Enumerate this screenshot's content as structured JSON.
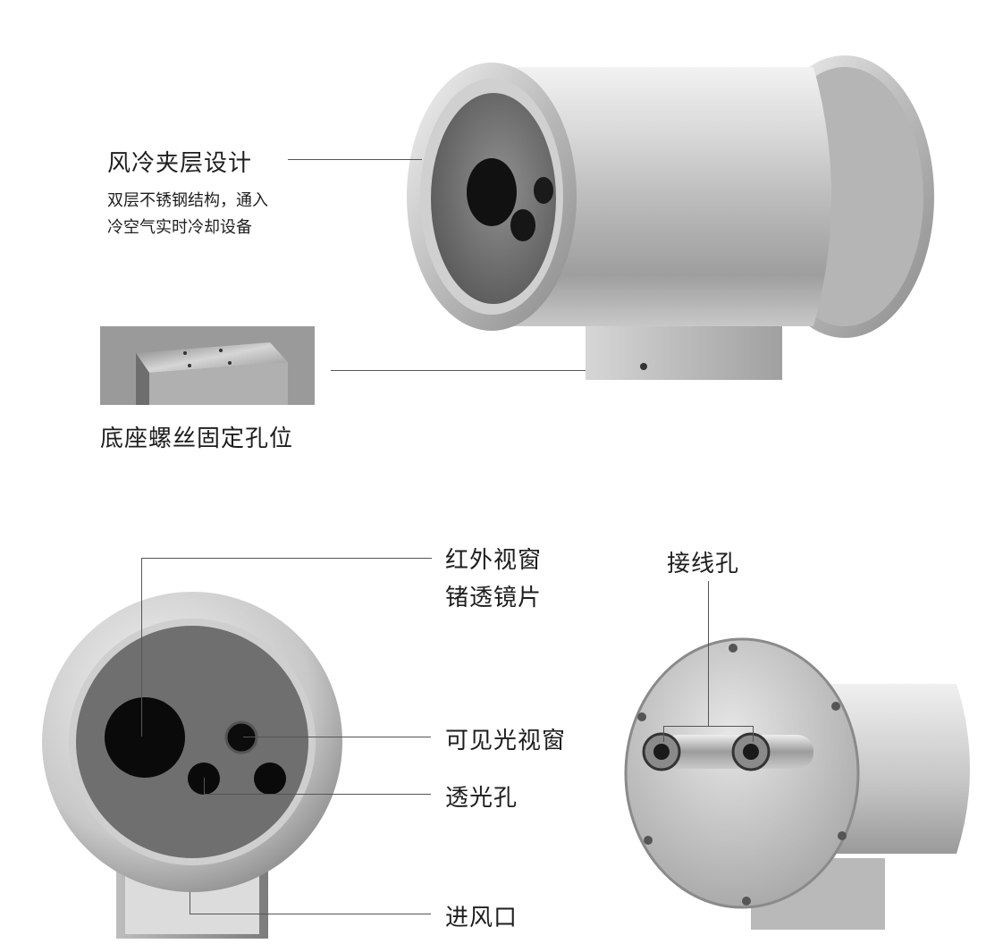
{
  "top": {
    "feature_title": "风冷夹层设计",
    "feature_desc_line1": "双层不锈钢结构，通入",
    "feature_desc_line2": "冷空气实时冷却设备",
    "base_label": "底座螺丝固定孔位"
  },
  "front": {
    "ir_window_line1": "红外视窗",
    "ir_window_line2": "锗透镜片",
    "visible_window": "可见光视窗",
    "light_hole": "透光孔",
    "air_inlet": "进风口"
  },
  "rear": {
    "wiring_holes": "接线孔"
  },
  "colors": {
    "steel_light": "#e8e8e8",
    "steel_mid": "#b8b8b8",
    "steel_dark": "#7a7a7a",
    "lens_black": "#0a0a0a",
    "leader_line": "#555555"
  },
  "icons": [
    "camera-housing-image",
    "base-plate-image",
    "front-view-image",
    "rear-view-image"
  ]
}
